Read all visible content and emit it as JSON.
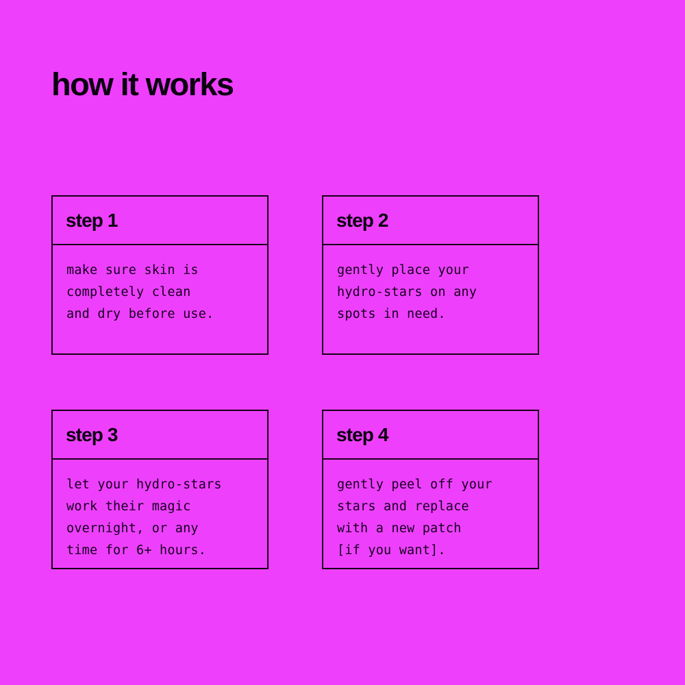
{
  "theme": {
    "background_color": "#ee40fc",
    "ink_color": "#0b0010",
    "border_color": "#140018",
    "body_text_color": "#160020"
  },
  "header": {
    "title": "how it works"
  },
  "steps": [
    {
      "label": "step 1",
      "body": "make sure skin is\ncompletely clean\nand dry before use."
    },
    {
      "label": "step 2",
      "body": "gently place your\nhydro-stars on any\nspots in need."
    },
    {
      "label": "step 3",
      "body": "let your hydro-stars\nwork their magic\novernight, or any\ntime for 6+ hours."
    },
    {
      "label": "step 4",
      "body": "gently peel off your\nstars and replace\nwith a new patch\n[if you want]."
    }
  ]
}
